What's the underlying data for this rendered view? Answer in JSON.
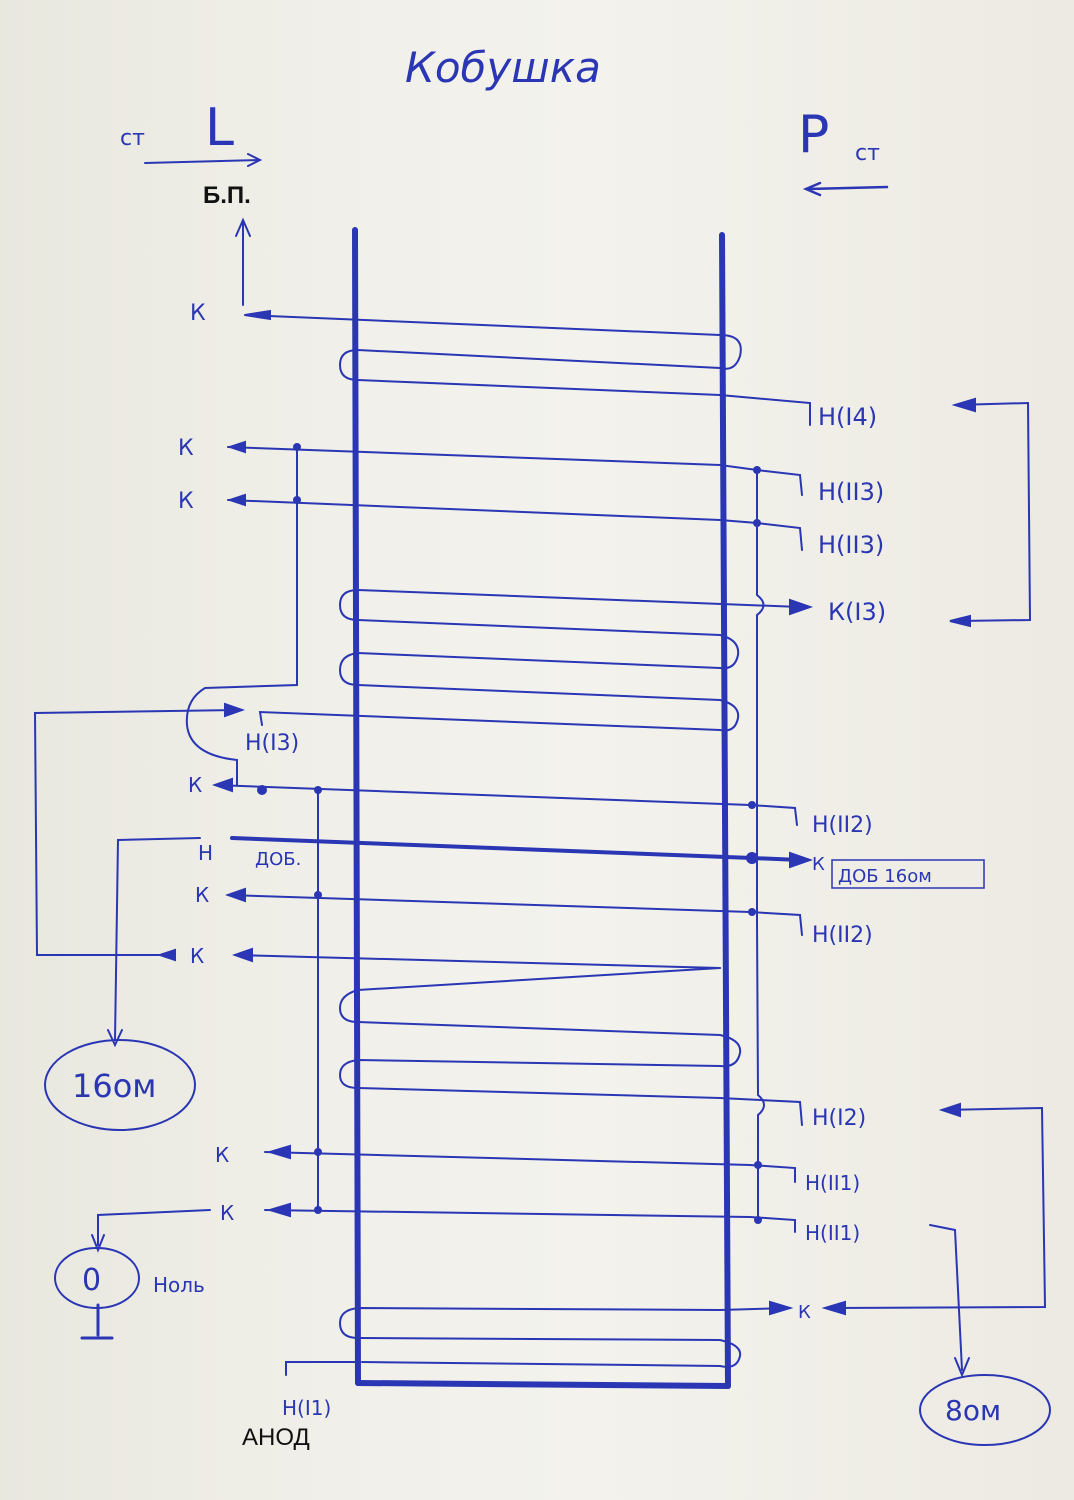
{
  "title": "Кобушка",
  "colors": {
    "ink": "#2a36b4",
    "paper": "#efeee7"
  },
  "top": {
    "left_letter": "L",
    "left_sub": "ст",
    "right_letter": "P",
    "right_sub": "ст",
    "power_label": "Б.П."
  },
  "left_labels": {
    "k1": "К",
    "k2": "К",
    "k3": "К",
    "n_i3": "Н(I3)",
    "k4": "К",
    "n_dob": "Н",
    "dob": "ДОБ.",
    "k5": "К",
    "k6": "К",
    "k7": "К",
    "k8": "К"
  },
  "right_labels": {
    "n_i4": "Н(I4)",
    "n_ii3_a": "Н(II3)",
    "n_ii3_b": "Н(II3)",
    "k_i3": "К(I3)",
    "n_ii2_a": "Н(II2)",
    "k_dob": "К",
    "dob_16": "ДОБ 16ом",
    "n_ii2_b": "Н(II2)",
    "n_i2": "Н(I2)",
    "n_ii1_a": "Н(II1)",
    "n_ii1_b": "Н(II1)",
    "k_bottom": "К"
  },
  "terminals": {
    "ohm16": "16ом",
    "zero": "0",
    "zero_label": "Ноль",
    "ohm8": "8ом",
    "n_i1": "Н(I1)",
    "anode": "АНОД"
  }
}
